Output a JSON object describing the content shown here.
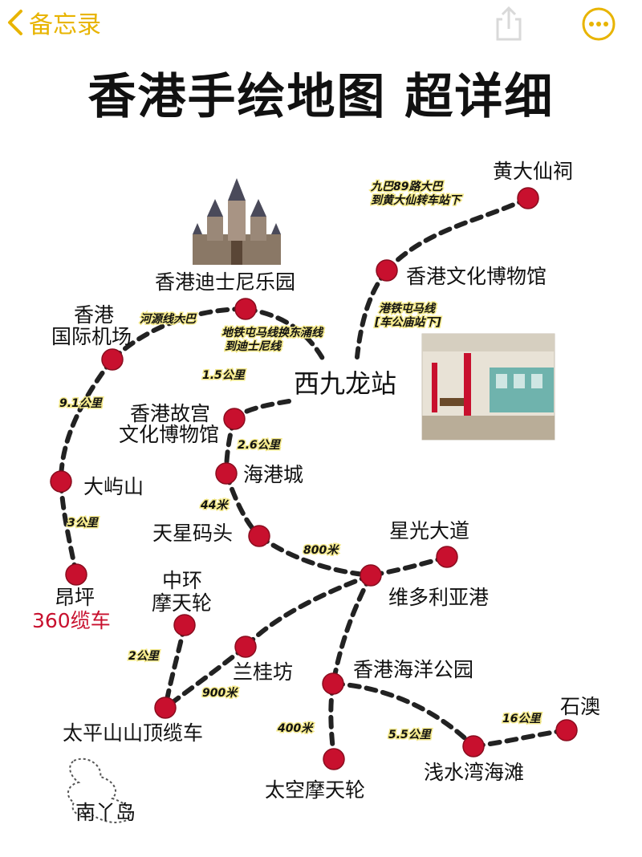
{
  "nav": {
    "back_label": "备忘录",
    "back_icon": "chevron-left-icon",
    "share_icon": "share-icon",
    "more_icon": "more-icon",
    "accent": "#e8b400"
  },
  "title": "香港手绘地图  超详细",
  "map": {
    "places": {
      "wong_tai_sin": "黄大仙祠",
      "museum_heritage": "香港文化博物馆",
      "disneyland": "香港迪士尼乐园",
      "airport_1": "香港",
      "airport_2": "国际机场",
      "west_kowloon": "西九龙站",
      "palace_museum_1": "香港故宫",
      "palace_museum_2": "文化博物馆",
      "harbour_city": "海港城",
      "lantau": "大屿山",
      "star_ferry": "天星码头",
      "avenue_stars": "星光大道",
      "victoria_harbour": "维多利亚港",
      "ngong_ping_1": "昂坪",
      "ngong_ping_2": "360缆车",
      "central_wheel_1": "中环",
      "central_wheel_2": "摩天轮",
      "lan_kwai_fong": "兰桂坊",
      "ocean_park": "香港海洋公园",
      "peak_tram": "太平山山顶缆车",
      "space_wheel": "太空摩天轮",
      "repulse_bay": "浅水湾海滩",
      "stanley": "石澳",
      "lamma": "南丫岛"
    },
    "notes": {
      "bus_89_1": "九巴89路大巴",
      "bus_89_2": "到黄大仙转车站下",
      "mtr_tuen_ma_1": "港铁屯马线",
      "mtr_tuen_ma_2": "[车公庙站下]",
      "he_yuan_bus": "河源线大巴",
      "disney_line_1": "地铁屯马线换东涌线",
      "disney_line_2": "到迪士尼线"
    },
    "distances": {
      "d_9_1": "9.1公里",
      "d_1_5": "1.5公里",
      "d_2_6": "2.6公里",
      "d_44": "44米",
      "d_800": "800米",
      "d_3": "3公里",
      "d_2": "2公里",
      "d_900": "900米",
      "d_400": "400米",
      "d_5_5": "5.5公里",
      "d_16": "16公里"
    },
    "colors": {
      "station": "#c8102e",
      "route": "#222222",
      "note_highlight": "#f3e88a",
      "ngong_ping_text": "#c8102e"
    }
  }
}
